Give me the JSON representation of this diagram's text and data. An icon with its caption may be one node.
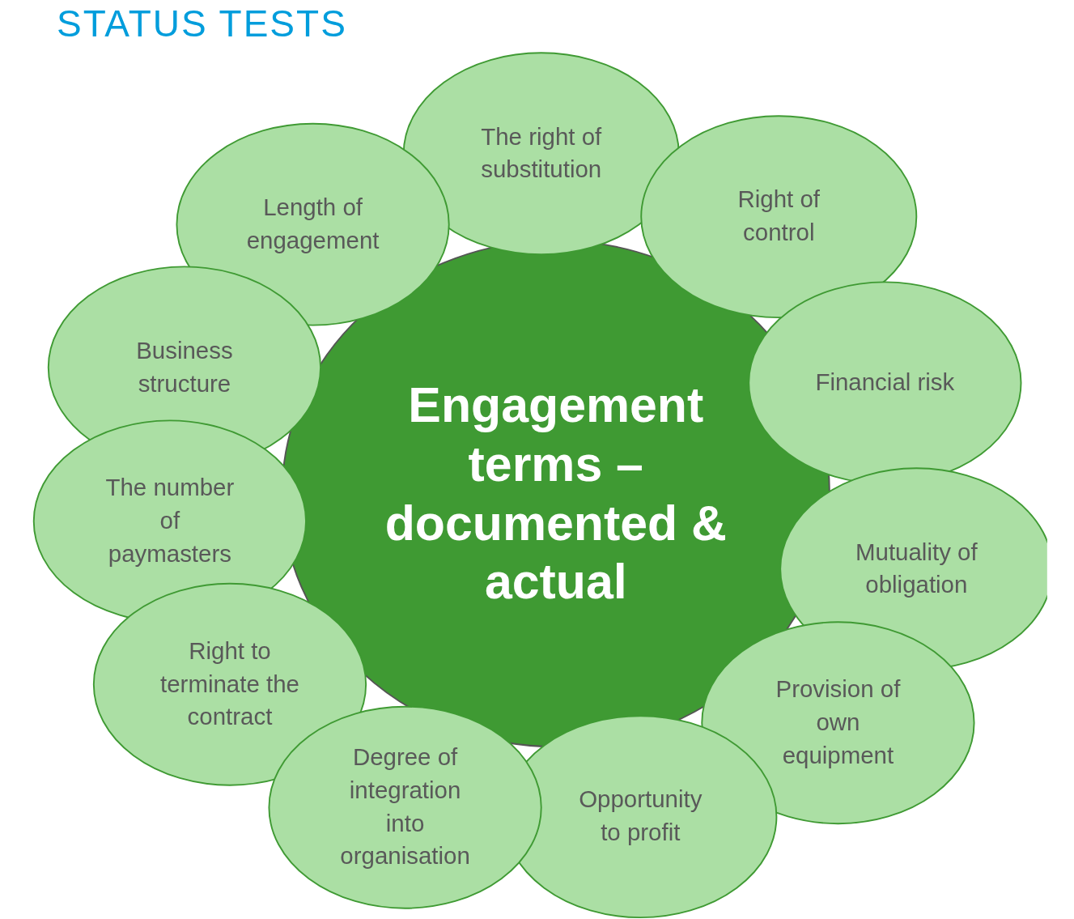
{
  "diagram": {
    "title": "STATUS TESTS",
    "nodes": [
      {
        "text": [
          "Engagement terms – documented & actual"
        ]
      },
      {
        "text": [
          "The right of substitution"
        ]
      },
      {
        "text": [
          "Right of control"
        ]
      },
      {
        "text": [
          "Financial risk"
        ]
      },
      {
        "text": [
          "Mutuality of obligation"
        ]
      },
      {
        "text": [
          "Provision of own equipment"
        ]
      },
      {
        "text": [
          "Opportunity to profit"
        ]
      },
      {
        "text": [
          "Degree of integration into organisation"
        ]
      },
      {
        "text": [
          "Right to terminate the contract"
        ]
      },
      {
        "text": [
          "The number of paymasters"
        ]
      },
      {
        "text": [
          "Business structure"
        ]
      },
      {
        "text": [
          "Length of engagement"
        ]
      }
    ],
    "edges": []
  }
}
